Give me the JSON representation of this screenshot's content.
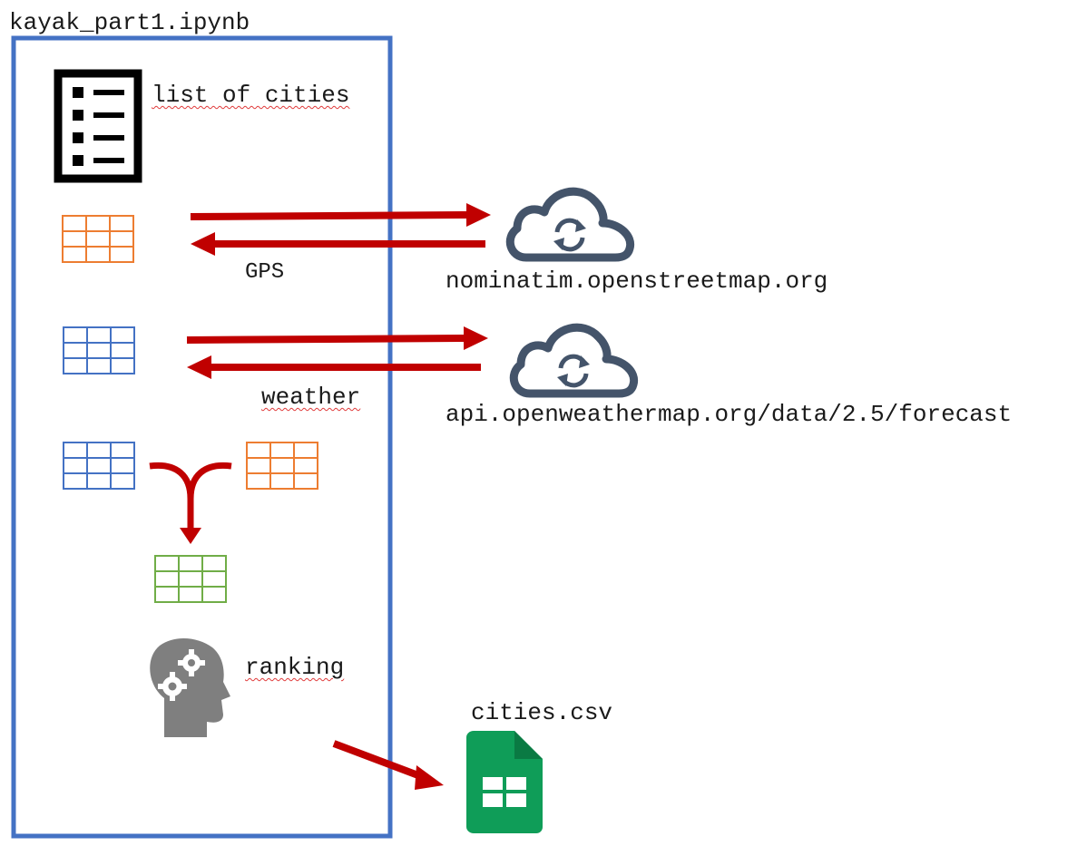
{
  "notebook": {
    "title": "kayak_part1.ipynb"
  },
  "steps": {
    "cities_list_label": "list of cities",
    "gps_label": "GPS",
    "weather_label": "weather",
    "ranking_label": "ranking"
  },
  "services": {
    "geocoding_host": "nominatim.openstreetmap.org",
    "weather_host": "api.openweathermap.org/data/2.5/forecast"
  },
  "output": {
    "file_label": "cities.csv"
  },
  "colors": {
    "notebook_border": "#4472c4",
    "arrow": "#c00000",
    "table_orange": "#ed7d31",
    "table_blue": "#4472c4",
    "table_green": "#70ad47",
    "cloud": "#44546a",
    "head": "#7f7f7f",
    "sheets_green": "#0f9d58"
  },
  "icons": [
    "list-icon",
    "gps-table-icon",
    "weather-table-icon",
    "merge-input-weather-table-icon",
    "merge-input-gps-table-icon",
    "merged-table-icon",
    "head-gears-icon",
    "cloud-sync-icon",
    "spreadsheet-file-icon"
  ]
}
